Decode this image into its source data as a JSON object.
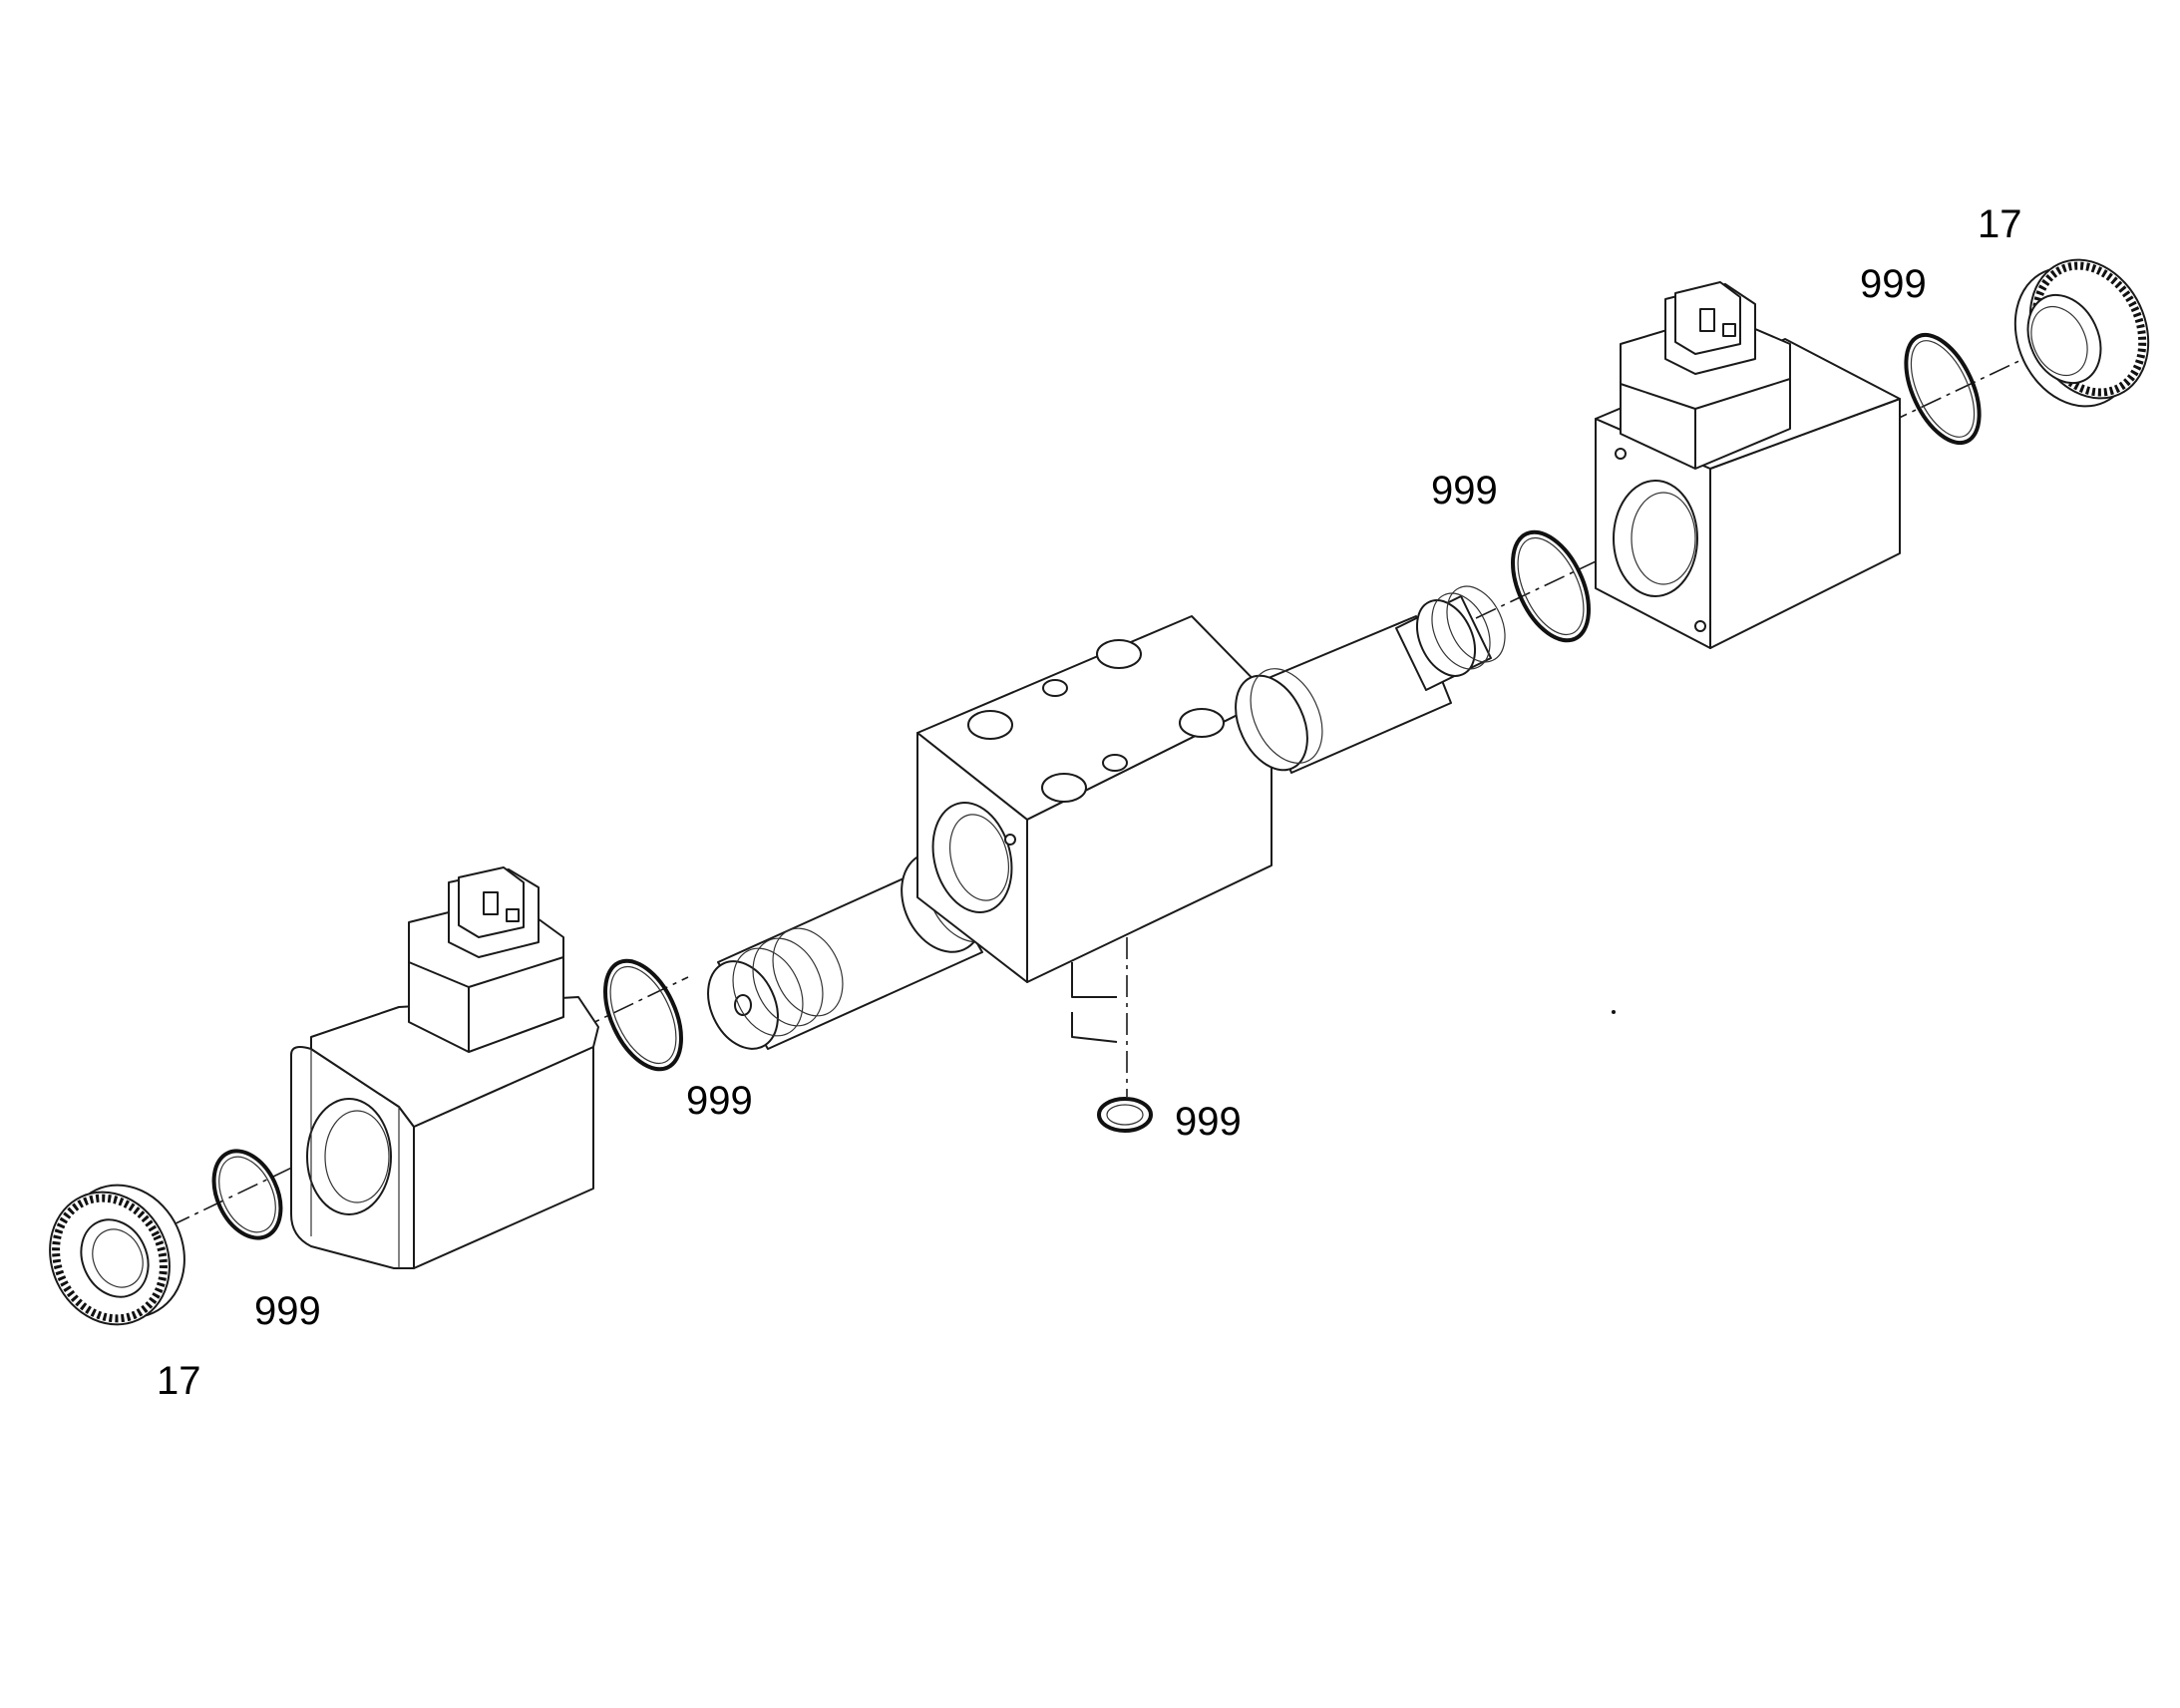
{
  "labels": {
    "nut_top_right": "17",
    "ring_top_right_outer": "999",
    "ring_top_right_inner": "999",
    "ring_center_left": "999",
    "ring_bottom_seal": "999",
    "ring_bottom_left": "999",
    "nut_bottom_left": "17"
  },
  "colors": {
    "line": "#1a1a1a",
    "background": "#ffffff"
  }
}
